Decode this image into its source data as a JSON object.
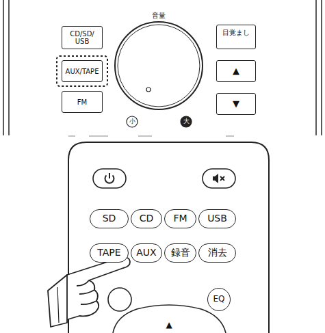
{
  "diagram": {
    "nodes": [
      {
        "text": [
          "CD/SD/ USB"
        ]
      },
      {
        "text": [
          "AUX/TAPE"
        ]
      },
      {
        "text": [
          "FM"
        ]
      },
      {
        "text": [
          "目覚まし"
        ]
      },
      {
        "text": [
          "▲"
        ]
      },
      {
        "text": [
          "▼"
        ]
      },
      {
        "text": [
          "SD"
        ]
      },
      {
        "text": [
          "CD"
        ]
      },
      {
        "text": [
          "FM"
        ]
      },
      {
        "text": [
          "USB"
        ]
      },
      {
        "text": [
          "TAPE"
        ]
      },
      {
        "text": [
          "AUX"
        ]
      },
      {
        "text": [
          "録音"
        ]
      },
      {
        "text": [
          "消去"
        ]
      },
      {
        "text": [
          "EQ"
        ]
      }
    ],
    "labels": [
      "音量",
      "小",
      "大",
      "▲"
    ]
  }
}
